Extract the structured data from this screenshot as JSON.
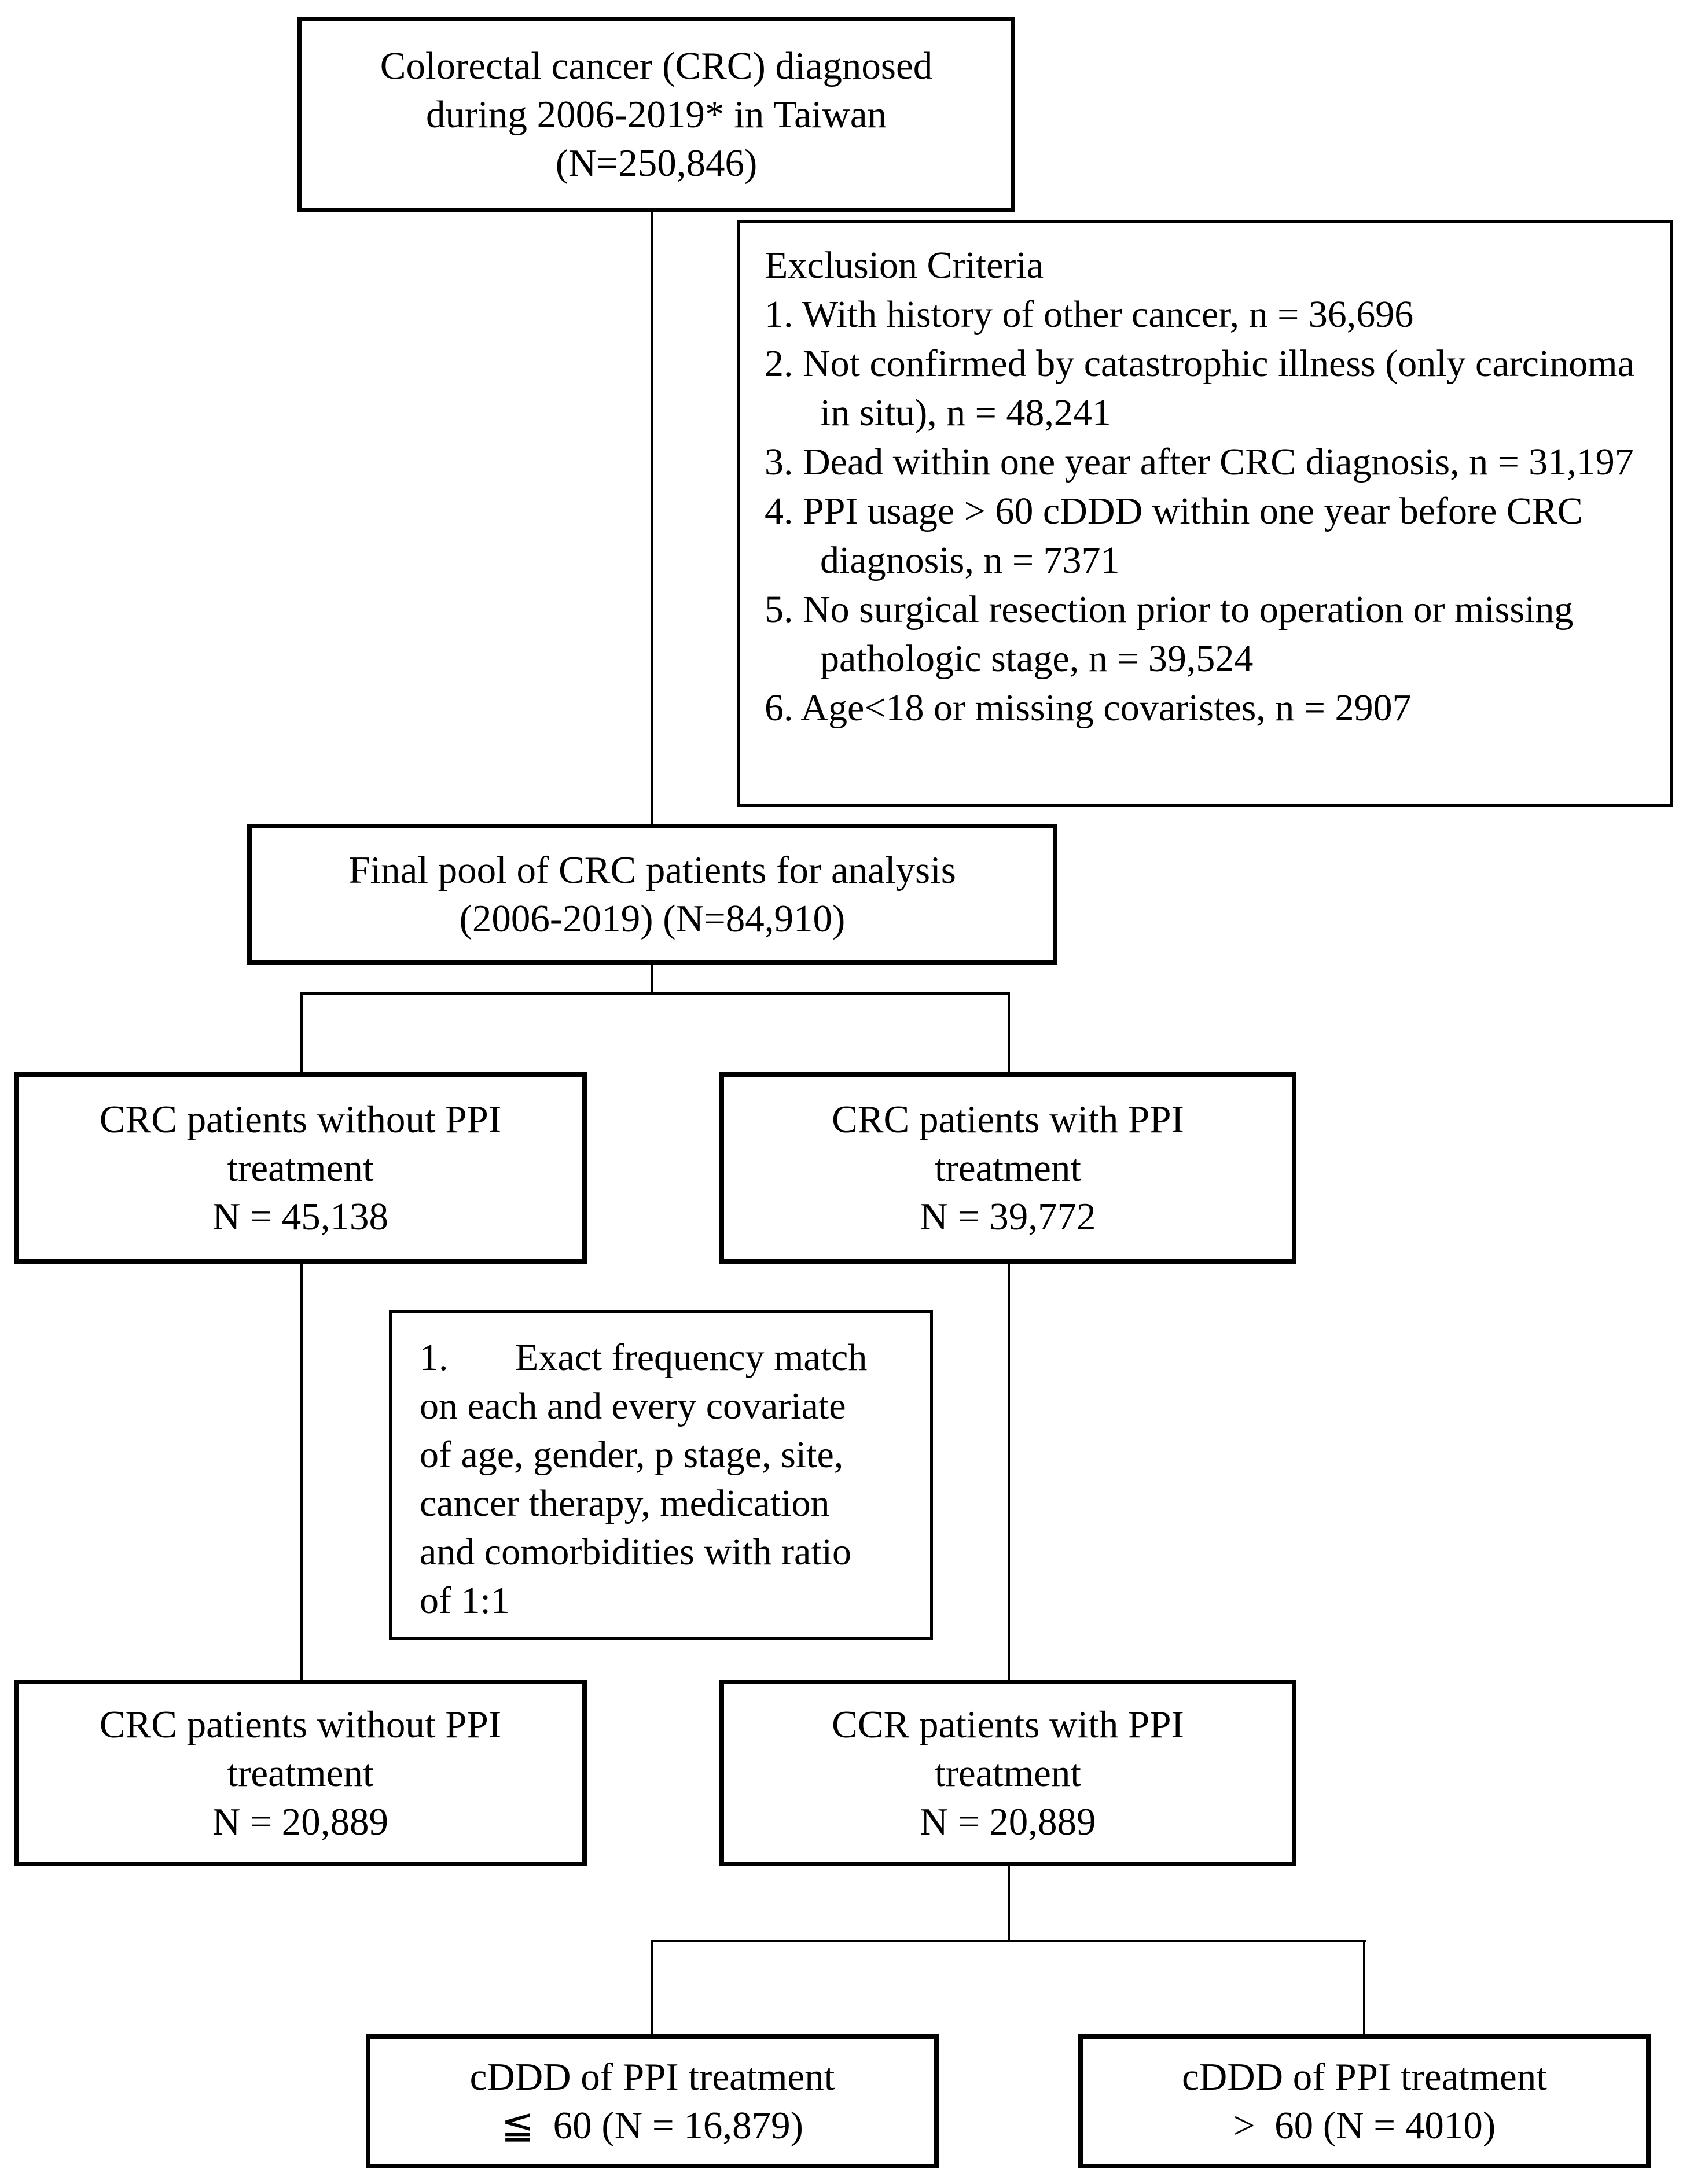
{
  "figure": {
    "kind": "patient-selection-flowchart",
    "background": "#ffffff"
  },
  "colors": {
    "border": "#000000",
    "line": "#000000",
    "text": "#000000",
    "background": "#ffffff"
  },
  "boxes": {
    "top": {
      "lines": [
        "Colorectal cancer (CRC) diagnosed",
        "during 2006-2019* in Taiwan",
        "(N=250,846)"
      ]
    },
    "exclusion": {
      "title": "Exclusion Criteria",
      "items": [
        "1. With history of other cancer, n = 36,696",
        "2. Not confirmed by catastrophic illness (only carcinoma in situ), n = 48,241",
        "3. Dead within one year after CRC diagnosis, n = 31,197",
        "4. PPI usage > 60 cDDD within one year before CRC diagnosis, n = 7371",
        "5. No surgical resection prior to operation or missing pathologic stage, n = 39,524",
        "6. Age<18 or missing covaristes, n = 2907"
      ]
    },
    "final_pool": {
      "lines": [
        "Final pool of CRC patients for analysis",
        "(2006-2019) (N=84,910)"
      ]
    },
    "no_ppi": {
      "lines": [
        "CRC patients without PPI",
        "treatment",
        "N = 45,138"
      ]
    },
    "ppi": {
      "lines": [
        "CRC patients with PPI",
        "treatment",
        "N = 39,772"
      ]
    },
    "matching": {
      "lines": [
        "1.       Exact frequency match",
        "on each and every covariate",
        "of age, gender, p stage, site,",
        "cancer therapy, medication",
        "and comorbidities with ratio",
        "of 1:1"
      ]
    },
    "no_ppi_matched": {
      "lines": [
        "CRC patients without PPI",
        "treatment",
        "N = 20,889"
      ]
    },
    "ppi_matched": {
      "lines": [
        "CCR patients with PPI",
        "treatment",
        "N = 20,889"
      ]
    },
    "cddd_low": {
      "lines": [
        "cDDD of PPI treatment",
        "≦  60 (N = 16,879)"
      ]
    },
    "cddd_high": {
      "lines": [
        "cDDD of PPI treatment",
        ">  60 (N = 4010)"
      ]
    }
  }
}
